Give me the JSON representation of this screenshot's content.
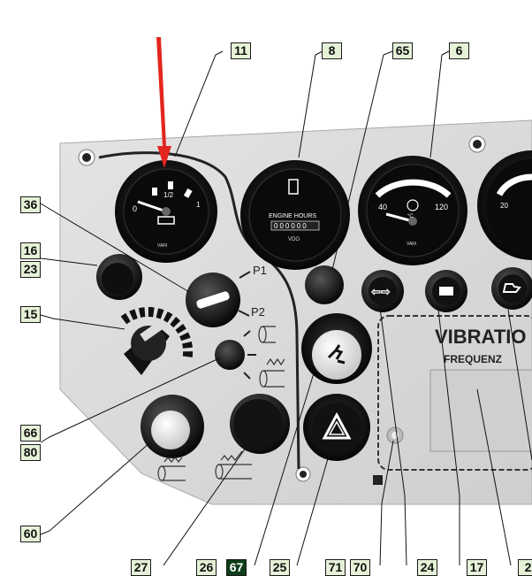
{
  "callouts": {
    "c11": "11",
    "c8": "8",
    "c65": "65",
    "c6": "6",
    "c36": "36",
    "c16": "16",
    "c23": "23",
    "c15": "15",
    "c66": "66",
    "c80": "80",
    "c60": "60",
    "b1": "27",
    "b2": "26",
    "b3": "67",
    "b4": "25",
    "b5": "71",
    "b6": "70",
    "b7": "24",
    "b8": "17",
    "b9": "2"
  },
  "gauges": {
    "fuel": {
      "s0": "0",
      "s1": "1/2",
      "s2": "1",
      "brand": "VARI"
    },
    "hours": {
      "label": "ENGINE HOURS",
      "brand": "VDO",
      "digits": "000000"
    },
    "temp": {
      "min": "40",
      "max": "120",
      "unit": "°C",
      "brand": "VARI"
    },
    "partial": {
      "s0": "20"
    }
  },
  "switch_labels": {
    "p1": "P1",
    "p2": "P2"
  },
  "display": {
    "title": "VIBRATIO",
    "subtitle": "FREQUENZ"
  },
  "colors": {
    "arrow": "#e2261f",
    "callout_bg": "#e6f2d8",
    "callout_dark": "#0d3d17",
    "panel": "#d9d9d9"
  }
}
